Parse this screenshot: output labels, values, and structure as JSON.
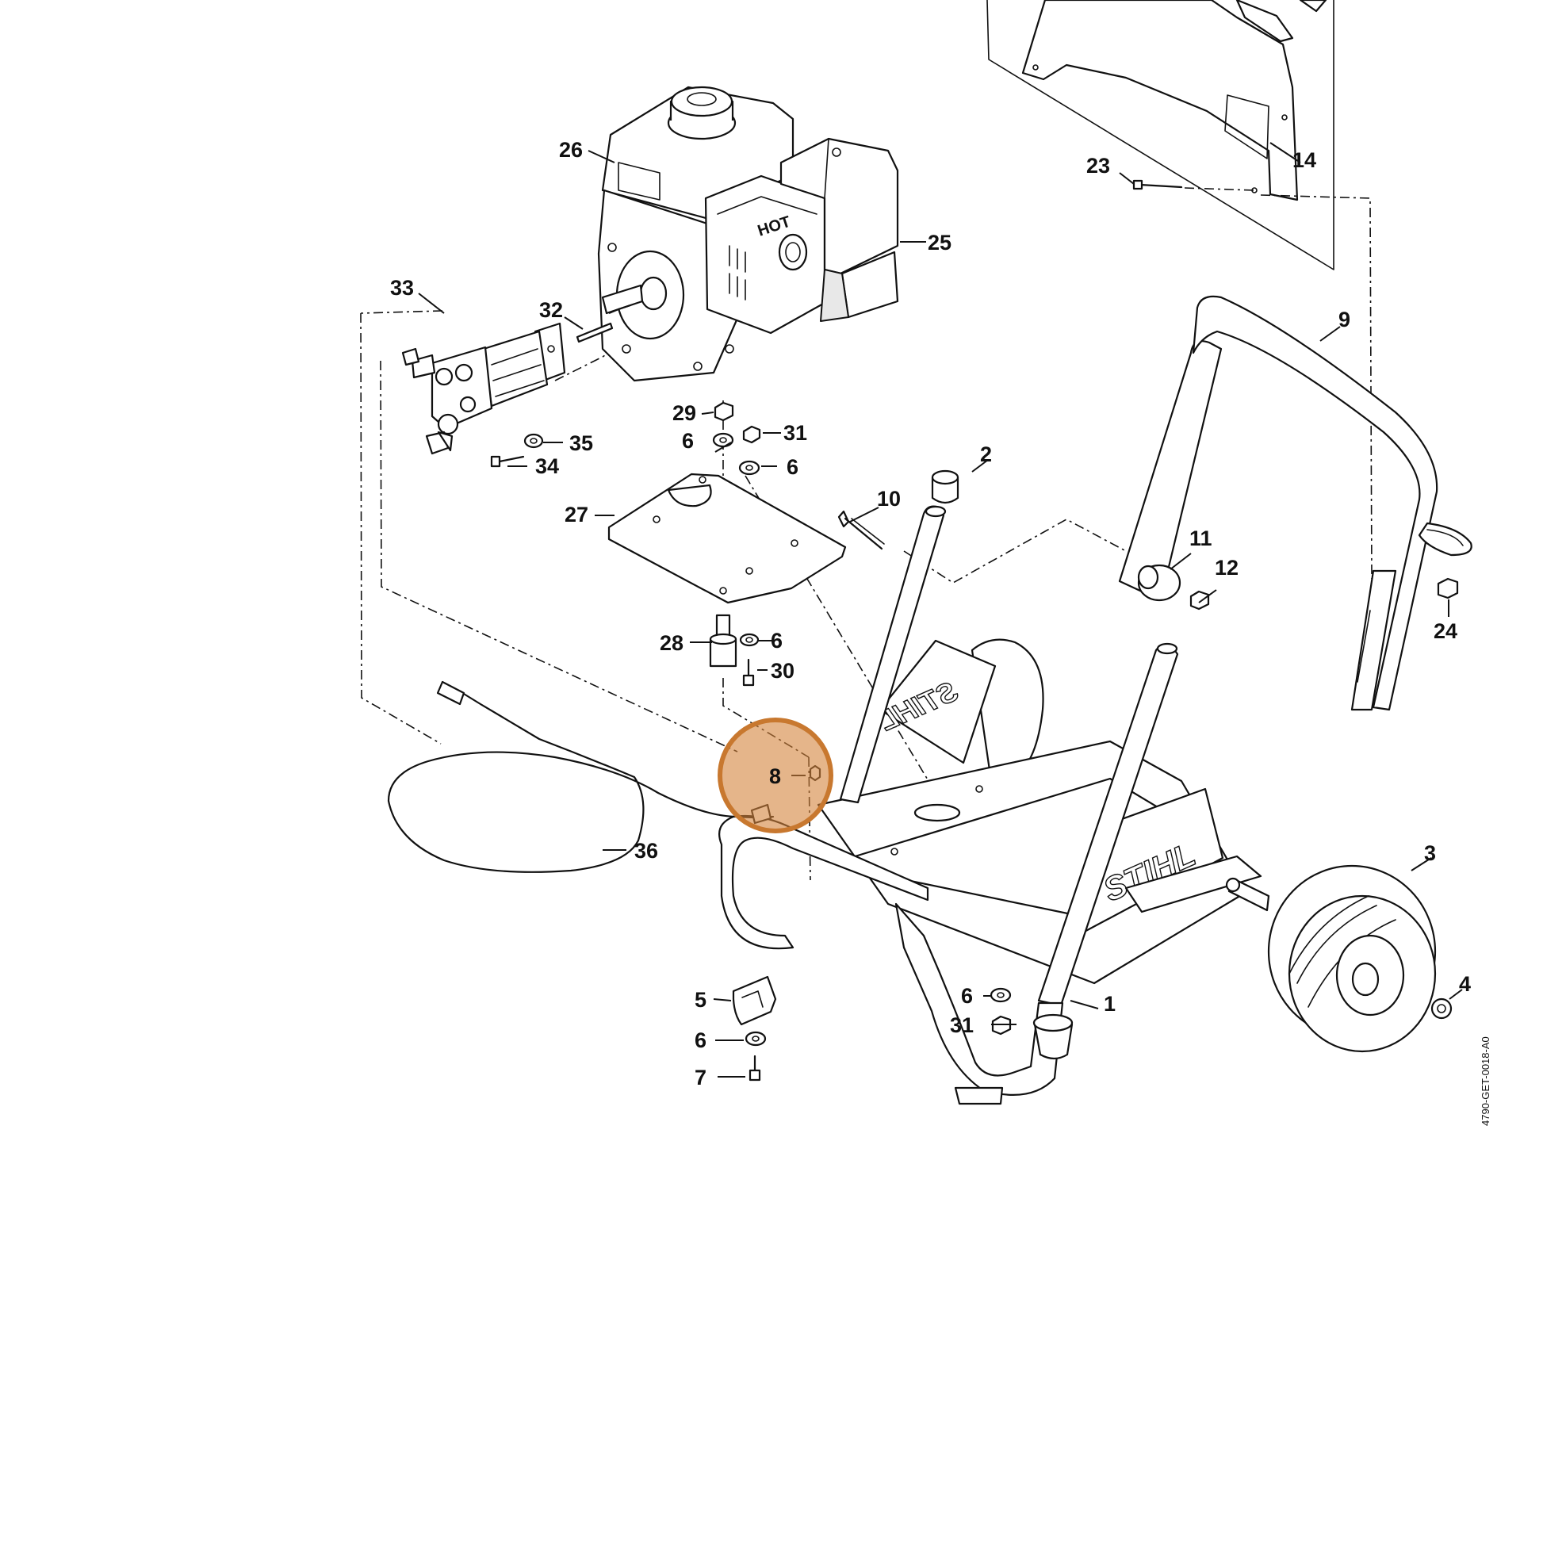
{
  "diagram": {
    "highlighted_part": "8",
    "document_code": "4790-GET-0018-A0",
    "engine_decal": "HOT",
    "brand_text": "STIHL",
    "part_labels": {
      "p1": "1",
      "p2": "2",
      "p3": "3",
      "p4": "4",
      "p5": "5",
      "p6a": "6",
      "p6b": "6",
      "p6c": "6",
      "p6d": "6",
      "p6e": "6",
      "p7": "7",
      "p8": "8",
      "p9": "9",
      "p10": "10",
      "p11": "11",
      "p12": "12",
      "p14": "14",
      "p23": "23",
      "p24": "24",
      "p25": "25",
      "p26": "26",
      "p27": "27",
      "p28": "28",
      "p29": "29",
      "p30": "30",
      "p31a": "31",
      "p31b": "31",
      "p32": "32",
      "p33": "33",
      "p34": "34",
      "p35": "35",
      "p36": "36"
    },
    "colors": {
      "line": "#111111",
      "highlight": "#d4843c",
      "background": "#ffffff"
    }
  }
}
